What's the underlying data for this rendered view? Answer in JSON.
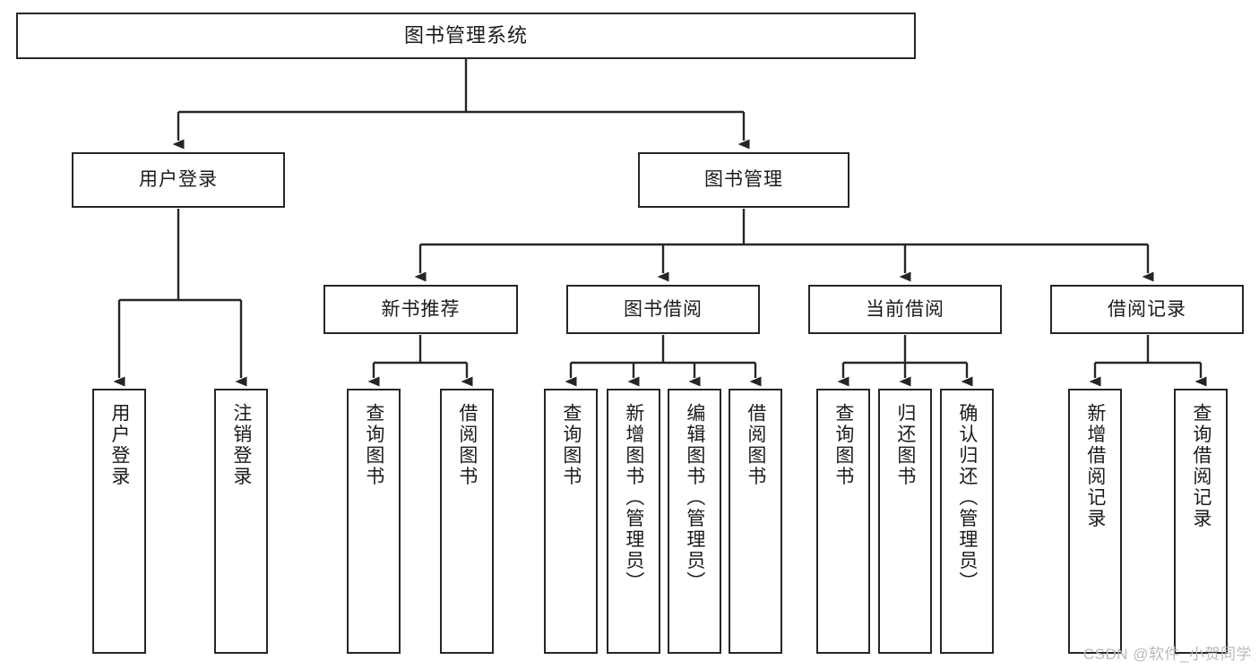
{
  "diagram": {
    "title": "图书管理系统",
    "type": "tree",
    "colors": {
      "background": "#ffffff",
      "box_border": "#262626",
      "box_fill": "#ffffff",
      "text": "#1b1b1b",
      "connector": "#262626",
      "watermark": "#b9b9b9"
    },
    "root": {
      "label": "图书管理系统"
    },
    "level2": [
      {
        "label": "用户登录"
      },
      {
        "label": "图书管理"
      }
    ],
    "level3": [
      {
        "label": "新书推荐"
      },
      {
        "label": "图书借阅"
      },
      {
        "label": "当前借阅"
      },
      {
        "label": "借阅记录"
      }
    ],
    "leaves": {
      "user_login": [
        {
          "label": "用户登录"
        },
        {
          "label": "注销登录"
        }
      ],
      "new_book": [
        {
          "label": "查询图书"
        },
        {
          "label": "借阅图书"
        }
      ],
      "book_borrow": [
        {
          "label": "查询图书"
        },
        {
          "label": "新增图书（管理员）"
        },
        {
          "label": "编辑图书（管理员）"
        },
        {
          "label": "借阅图书"
        }
      ],
      "current_borrow": [
        {
          "label": "查询图书"
        },
        {
          "label": "归还图书"
        },
        {
          "label": "确认归还（管理员）"
        }
      ],
      "borrow_record": [
        {
          "label": "新增借阅记录"
        },
        {
          "label": "查询借阅记录"
        }
      ]
    }
  },
  "watermark": {
    "text": "CSDN @软件_小贺同学"
  }
}
